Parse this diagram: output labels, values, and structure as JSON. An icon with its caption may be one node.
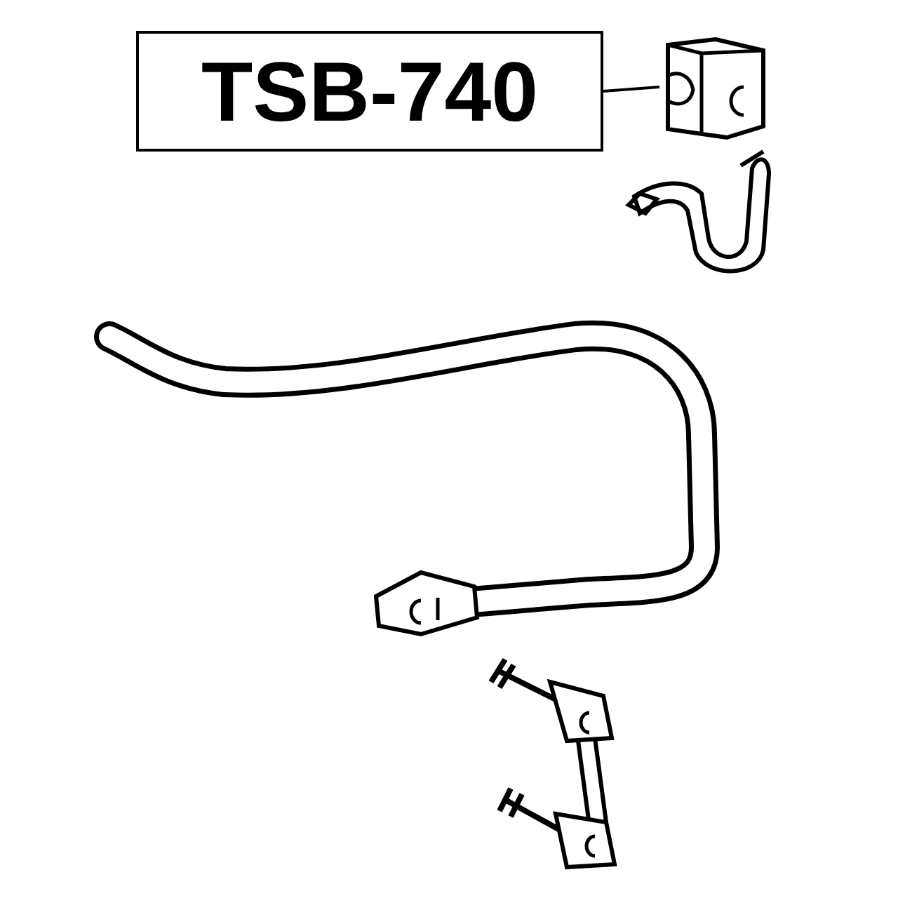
{
  "diagram": {
    "nodes": [
      {
        "text": [
          "TSB-740"
        ]
      },
      {
        "text": [],
        "shape": "picture"
      }
    ],
    "edges": [
      {
        "from": 0,
        "to": 1,
        "arrow": "none"
      }
    ]
  }
}
